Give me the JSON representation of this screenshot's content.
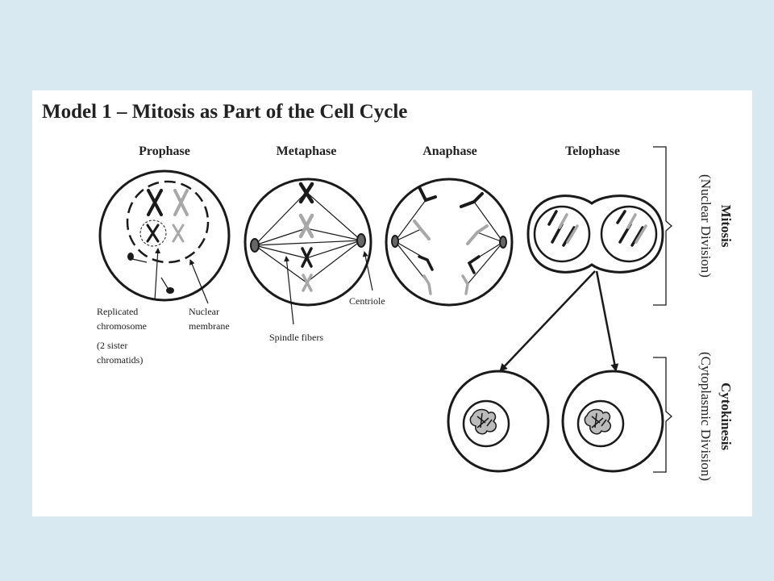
{
  "title": "Model 1 – Mitosis as Part of the Cell Cycle",
  "phases": [
    "Prophase",
    "Metaphase",
    "Anaphase",
    "Telophase"
  ],
  "annotations": {
    "replicated_line1": "Replicated",
    "replicated_line2": "chromosome",
    "replicated_line3": "(2 sister",
    "replicated_line4": "chromatids)",
    "nuclear_line1": "Nuclear",
    "nuclear_line2": "membrane",
    "spindle": "Spindle fibers",
    "centriole": "Centriole"
  },
  "side_labels": {
    "mitosis": "Mitosis",
    "mitosis_sub": "(Nuclear Division)",
    "cytokinesis": "Cytokinesis",
    "cytokinesis_sub": "(Cytoplasmic Division)"
  },
  "colors": {
    "background": "#d8e9f1",
    "panel": "#ffffff",
    "ink": "#1a1a1a",
    "grey_chromatid": "#a8a8a8"
  }
}
